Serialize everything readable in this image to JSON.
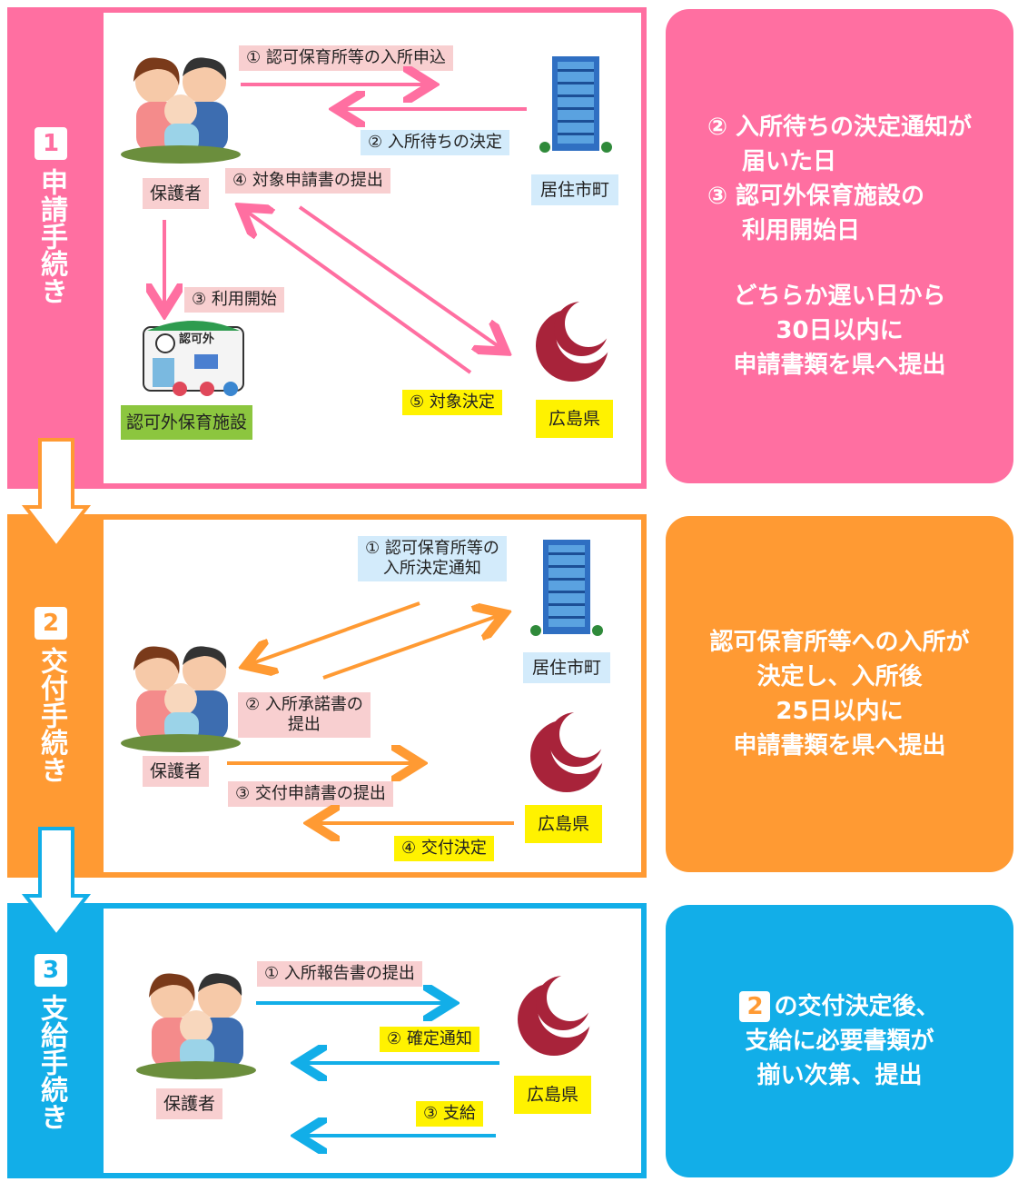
{
  "colors": {
    "pink": "#ff6fa1",
    "orange": "#ff9a33",
    "blue": "#12aee8",
    "label_pink": "#f8cfd0",
    "label_blue": "#d3ebfb",
    "label_yellow": "#fff200",
    "label_green": "#8cc63f",
    "kenshou": "#a8233a"
  },
  "step1": {
    "number": "1",
    "title": "申請手続き",
    "labels": {
      "applicant": "保護者",
      "city": "居住市町",
      "prefecture": "広島県",
      "facility": "認可外保育施設"
    },
    "facility_sign": "認可外",
    "steps": [
      "① 認可保育所等の入所申込",
      "② 入所待ちの決定",
      "③ 利用開始",
      "④ 対象申請書の提出",
      "⑤ 対象決定"
    ],
    "side": {
      "line1": "②  入所待ちの決定通知が",
      "line2": "届いた日",
      "line3": "③  認可外保育施設の",
      "line4": "利用開始日",
      "line5": "どちらか遅い日から",
      "line6": "30日以内に",
      "line7": "申請書類を県へ提出"
    }
  },
  "step2": {
    "number": "2",
    "title": "交付手続き",
    "labels": {
      "applicant": "保護者",
      "city": "居住市町",
      "prefecture": "広島県"
    },
    "steps": {
      "s1a": "① 認可保育所等の",
      "s1b": "入所決定通知",
      "s2a": "② 入所承諾書の",
      "s2b": "提出",
      "s3": "③ 交付申請書の提出",
      "s4": "④ 交付決定"
    },
    "side": {
      "line1": "認可保育所等への入所が",
      "line2": "決定し、入所後",
      "line3": "25日以内に",
      "line4": "申請書類を県へ提出"
    }
  },
  "step3": {
    "number": "3",
    "title": "支給手続き",
    "labels": {
      "applicant": "保護者",
      "prefecture": "広島県"
    },
    "steps": [
      "① 入所報告書の提出",
      "② 確定通知",
      "③ 支給"
    ],
    "side": {
      "badge": "2",
      "line1": "の交付決定後、",
      "line2": "支給に必要書類が",
      "line3": "揃い次第、提出"
    }
  }
}
